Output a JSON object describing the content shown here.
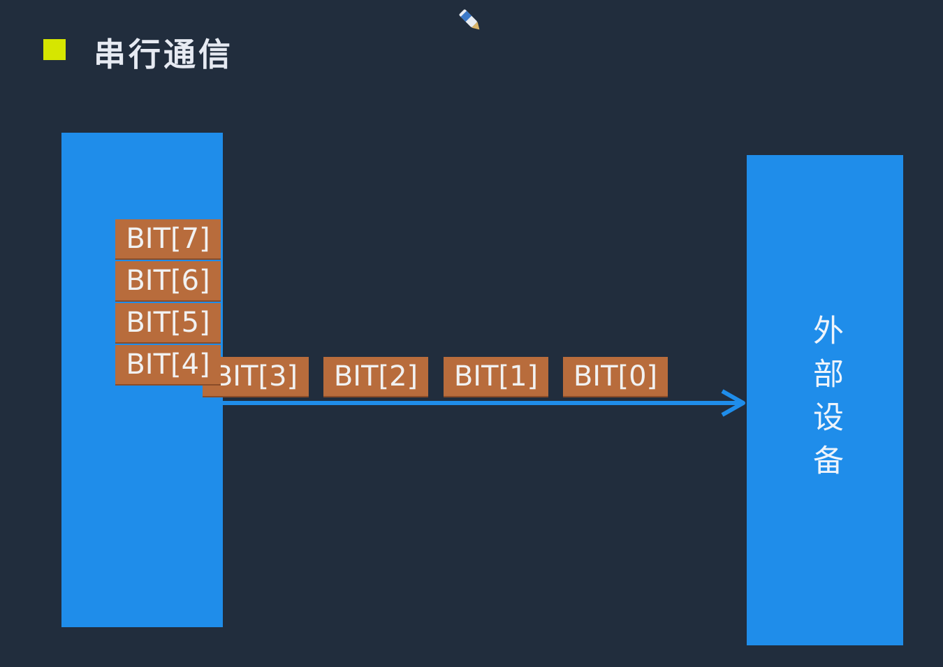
{
  "title": "串行通信",
  "device_label": "外部设备",
  "stacked_bits": [
    "BIT[7]",
    "BIT[6]",
    "BIT[5]",
    "BIT[4]"
  ],
  "transmitted_bits": [
    "BIT[3]",
    "BIT[2]",
    "BIT[1]",
    "BIT[0]"
  ],
  "colors": {
    "background": "#212d3d",
    "block": "#1f8dea",
    "bit": "#b86c3c",
    "arrow": "#1f8dea",
    "bullet": "#d6e600"
  },
  "icons": {
    "cursor": "pen-icon"
  }
}
